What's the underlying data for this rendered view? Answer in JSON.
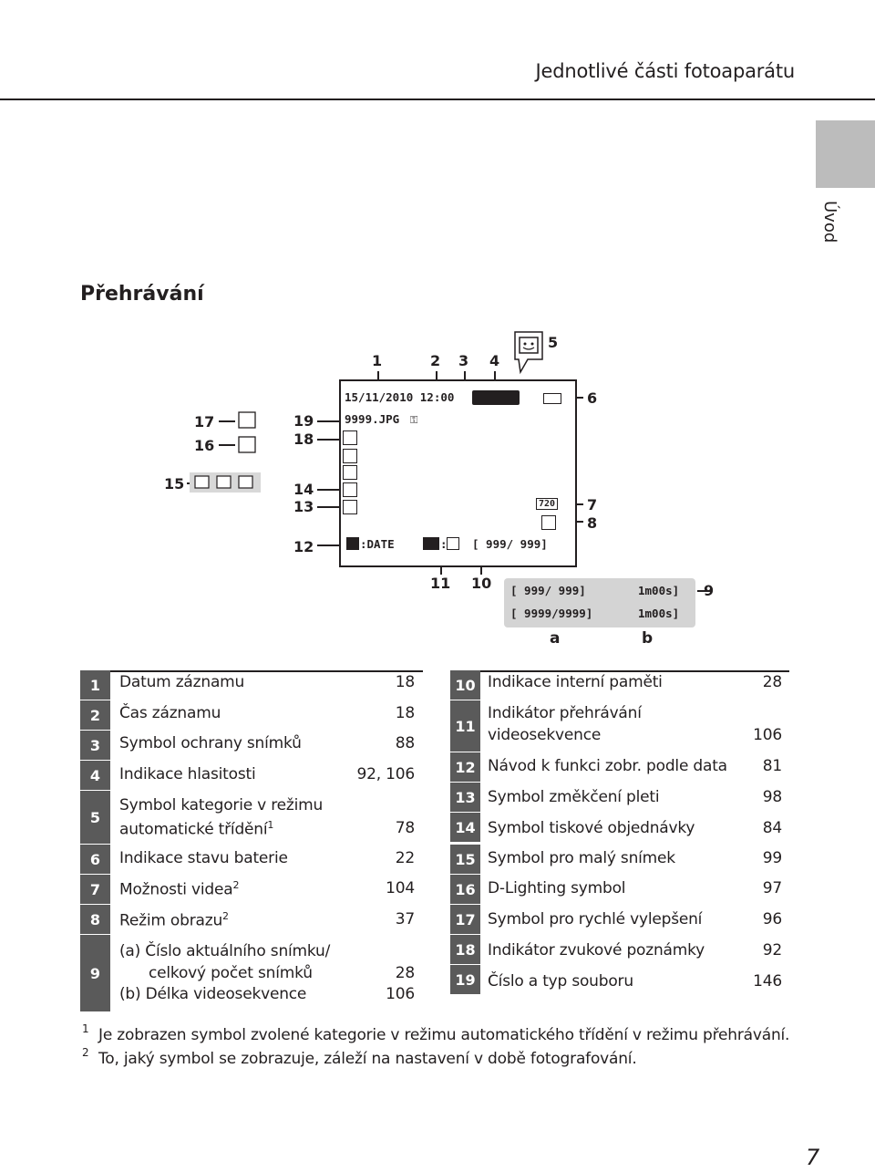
{
  "header": {
    "title": "Jednotlivé části fotoaparátu"
  },
  "side_tab": {
    "label": "Úvod"
  },
  "section": {
    "title": "Přehrávání"
  },
  "diagram": {
    "callouts": [
      "1",
      "2",
      "3",
      "4",
      "5",
      "6",
      "7",
      "8",
      "9",
      "10",
      "11",
      "12",
      "13",
      "14",
      "15",
      "16",
      "17",
      "18",
      "19"
    ],
    "letters": {
      "a": "a",
      "b": "b"
    },
    "screen_texts": {
      "datetime": "15/11/2010 12:00",
      "filename": "9999.JPG",
      "counter": "[ 999/ 999]",
      "date_mode": ":DATE",
      "ok_mode": ":",
      "video_mode": "720",
      "box_a1": "[ 999/ 999]",
      "box_a2": "[ 9999/9999]",
      "box_b1": "1m00s]",
      "box_b2": "1m00s]"
    }
  },
  "legend_left": [
    {
      "num": "1",
      "text": "Datum záznamu",
      "page": "18"
    },
    {
      "num": "2",
      "text": "Čas záznamu",
      "page": "18"
    },
    {
      "num": "3",
      "text": "Symbol ochrany snímků",
      "page": "88"
    },
    {
      "num": "4",
      "text": "Indikace hlasitosti",
      "page": "92, 106"
    },
    {
      "num": "5",
      "line1": "Symbol kategorie v režimu",
      "line2": "automatické třídění",
      "sup": "1",
      "page": "78"
    },
    {
      "num": "6",
      "text": "Indikace stavu baterie",
      "page": "22"
    },
    {
      "num": "7",
      "text": "Možnosti videa",
      "sup": "2",
      "page": "104"
    },
    {
      "num": "8",
      "text": "Režim obrazu",
      "sup": "2",
      "page": "37"
    },
    {
      "num": "9",
      "line1": "(a)  Číslo aktuálního snímku/",
      "line2": "celkový počet snímků",
      "page2": "28",
      "line3": "(b)  Délka videosekvence",
      "page3": "106"
    }
  ],
  "legend_right": [
    {
      "num": "10",
      "text": "Indikace interní paměti",
      "page": "28"
    },
    {
      "num": "11",
      "line1": "Indikátor přehrávání",
      "line2": "videosekvence",
      "page": "106"
    },
    {
      "num": "12",
      "text": "Návod k funkci zobr. podle data",
      "page": "81"
    },
    {
      "num": "13",
      "text": "Symbol změkčení pleti",
      "page": "98"
    },
    {
      "num": "14",
      "text": "Symbol tiskové objednávky",
      "page": "84"
    },
    {
      "num": "15",
      "text": "Symbol pro malý snímek",
      "page": "99"
    },
    {
      "num": "16",
      "text": "D-Lighting symbol",
      "page": "97"
    },
    {
      "num": "17",
      "text": "Symbol pro rychlé vylepšení",
      "page": "96"
    },
    {
      "num": "18",
      "text": "Indikátor zvukové poznámky",
      "page": "92"
    },
    {
      "num": "19",
      "text": "Číslo a typ souboru",
      "page": "146"
    }
  ],
  "footnotes": [
    {
      "mark": "1",
      "text": "Je zobrazen symbol zvolené kategorie v režimu automatického třídění v režimu přehrávání."
    },
    {
      "mark": "2",
      "text": "To, jaký symbol se zobrazuje, záleží na nastavení v době fotografování."
    }
  ],
  "page_number": "7",
  "colors": {
    "accent_gray": "#5a5a5a",
    "tab_gray": "#bcbcbc",
    "text": "#231f20"
  }
}
